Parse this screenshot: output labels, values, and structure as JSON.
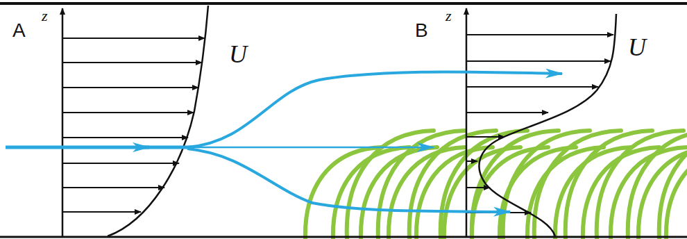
{
  "diagram": {
    "labels": [
      "A",
      "z",
      "U",
      "B",
      "z",
      "U"
    ]
  }
}
